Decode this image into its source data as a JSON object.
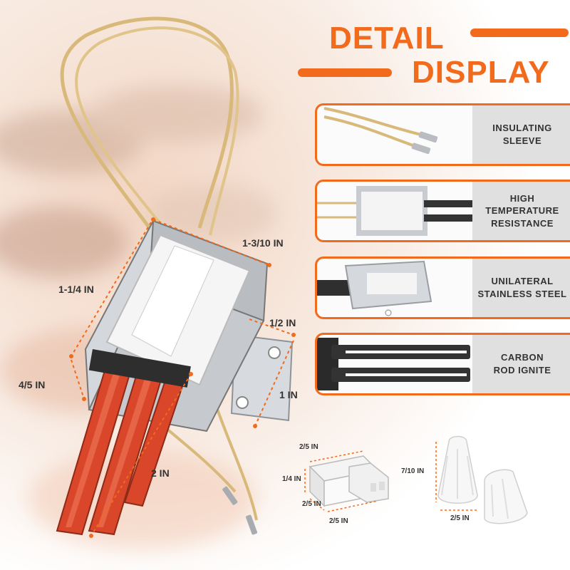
{
  "header": {
    "title_line1": "DETAIL",
    "title_line2": "DISPLAY"
  },
  "features": [
    {
      "label": "INSULATING\nSLEEVE"
    },
    {
      "label": "HIGH\nTEMPERATURE\nRESISTANCE"
    },
    {
      "label": "UNILATERAL\nSTAINLESS STEEL"
    },
    {
      "label": "CARBON\nROD IGNITE"
    }
  ],
  "dimensions": {
    "width": "1-3/10 IN",
    "height": "1-1/4 IN",
    "depth": "4/5 IN",
    "bracket_width": "1/2 IN",
    "bracket_height": "1 IN",
    "rod_length": "2 IN"
  },
  "connector_dims": {
    "top": "2/5 IN",
    "side": "1/4 IN",
    "bottom_a": "2/5 IN",
    "bottom_b": "2/5 IN"
  },
  "cap_dims": {
    "height": "7/10 IN",
    "width": "2/5 IN"
  },
  "colors": {
    "accent": "#f26a1b",
    "label_bg": "#e0e0e0",
    "rod": "#d9462a",
    "steel": "#c8cbcf"
  }
}
